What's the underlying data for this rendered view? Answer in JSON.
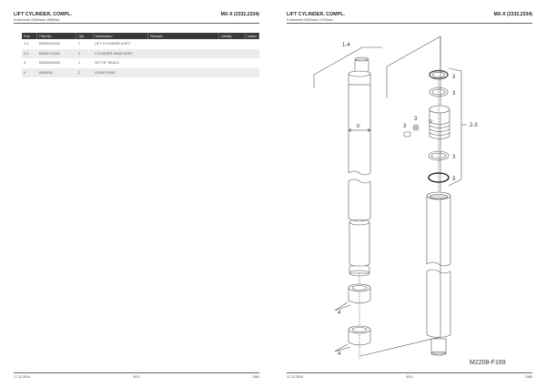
{
  "left_page": {
    "title": "LIFT CYLINDER, COMPL.",
    "subtitle": "D=50mm/H=3150mm/L=3550mm",
    "model": "MX-X (2332,2334)",
    "table": {
      "headers": [
        "Pos",
        "Part-No.",
        "Qty",
        "Description",
        "Remark",
        "validity",
        "marks"
      ],
      "rows": [
        {
          "pos": "1-4",
          "part_no": "52284401615",
          "qty": "1",
          "description": "LIFT CYLINDER ASSY.",
          "remark": "",
          "validity": "",
          "marks": ""
        },
        {
          "pos": "2-3",
          "part_no": "52284701001",
          "qty": "1",
          "description": "CYLINDER HEAD ASSY.",
          "remark": "",
          "validity": "",
          "marks": ""
        },
        {
          "pos": "3",
          "part_no": "52284469904",
          "qty": "1",
          "description": "SET OF SEALS",
          "remark": "",
          "validity": "",
          "marks": ""
        },
        {
          "pos": "4",
          "part_no": "8459930",
          "qty": "2",
          "description": "GUIDE RING",
          "remark": "",
          "validity": "",
          "marks": ""
        }
      ]
    },
    "footer": {
      "date": "17.12.2024",
      "page_fraction": "8/12",
      "page_number": "1364"
    }
  },
  "right_page": {
    "title": "LIFT CYLINDER, COMPL.",
    "subtitle": "D=50mm/H=3250mm/L=3700mm",
    "model": "MX-X (2332,2334)",
    "drawing": {
      "callouts": {
        "assembly": "1-4",
        "head": "2-3",
        "seals": "3",
        "guide": "4",
        "diameter": "D"
      },
      "figure_id": "M2208-F169"
    },
    "footer": {
      "date": "17.12.2024",
      "page_fraction": "8/12",
      "page_number": "1365"
    }
  }
}
